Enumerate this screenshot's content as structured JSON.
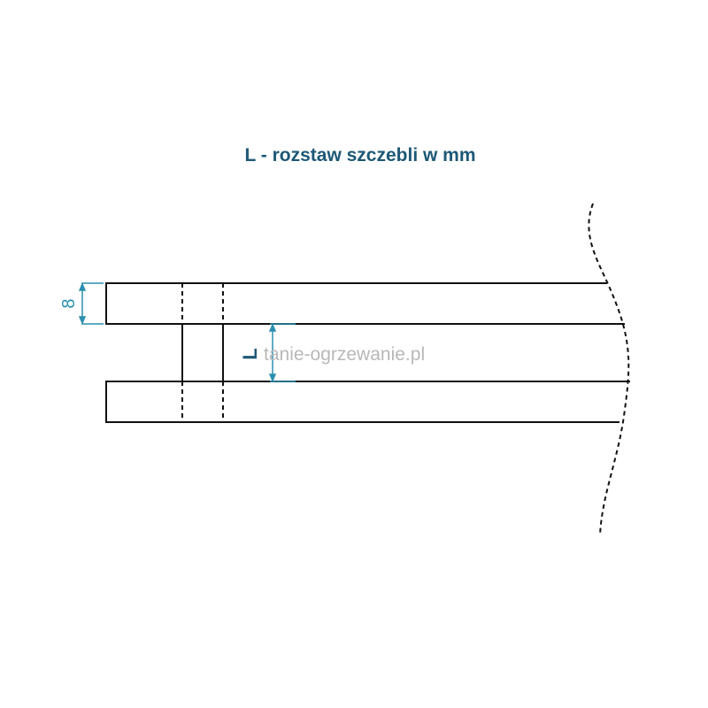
{
  "title": "L - rozstaw szczebli w mm",
  "dimension_thickness": "8",
  "dimension_spacing_label": "L",
  "watermark": "tanie-ogrzewanie.pl",
  "colors": {
    "title": "#1d5876",
    "dimension": "#2a8fb0",
    "lines": "#111111"
  }
}
